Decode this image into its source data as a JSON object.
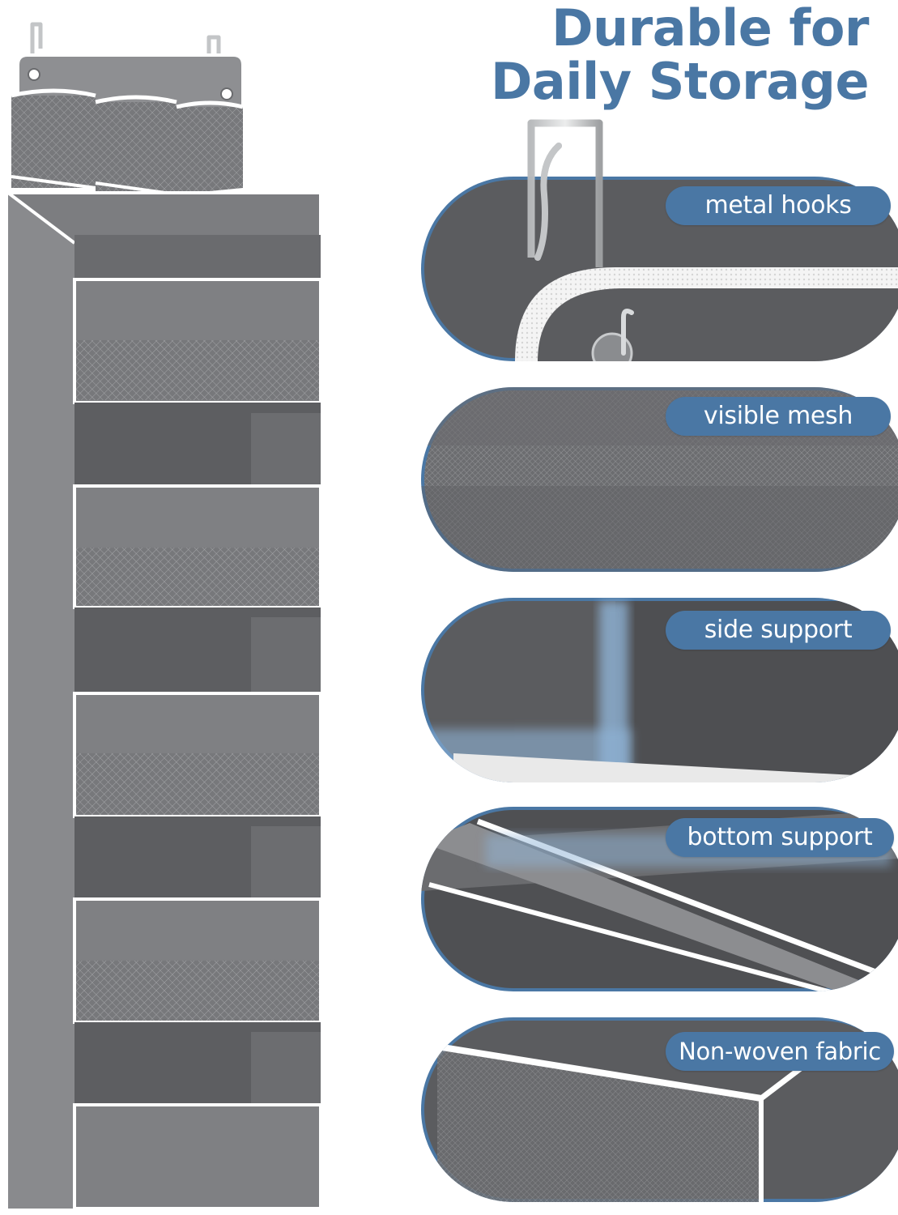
{
  "headline": {
    "line1": "Durable for",
    "line2": "Daily Storage"
  },
  "features": [
    {
      "label": "metal hooks"
    },
    {
      "label": "visible mesh"
    },
    {
      "label": "side support"
    },
    {
      "label": "bottom support"
    },
    {
      "label": "Non-woven fabric"
    }
  ],
  "colors": {
    "accent": "#4a77a4",
    "fabric": "#5b5c5f",
    "fabric_light": "#8a8b8e",
    "trim": "#ffffff"
  }
}
